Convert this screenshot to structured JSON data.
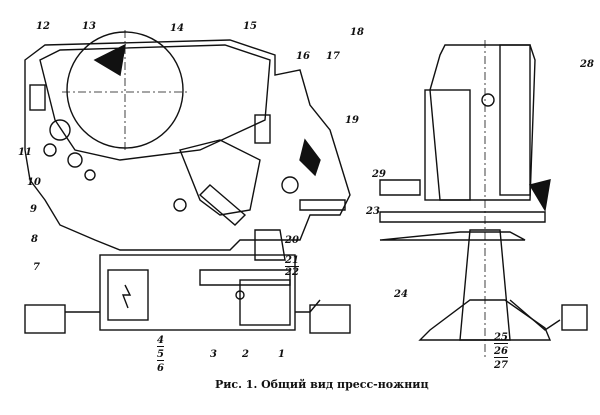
{
  "caption": "Рис. 1. Общий вид пресс-ножниц",
  "labels": {
    "l1": "1",
    "l2": "2",
    "l3": "3",
    "l4": "4",
    "l5": "5",
    "l6": "6",
    "l7": "7",
    "l8": "8",
    "l9": "9",
    "l10": "10",
    "l11": "11",
    "l12": "12",
    "l13": "13",
    "l14": "14",
    "l15": "15",
    "l16": "16",
    "l17": "17",
    "l18": "18",
    "l19": "19",
    "l20": "20",
    "l21": "21",
    "l22": "22",
    "l23": "23",
    "l24": "24",
    "l25": "25",
    "l26": "26",
    "l27": "27",
    "l28": "28",
    "l29": "29"
  }
}
